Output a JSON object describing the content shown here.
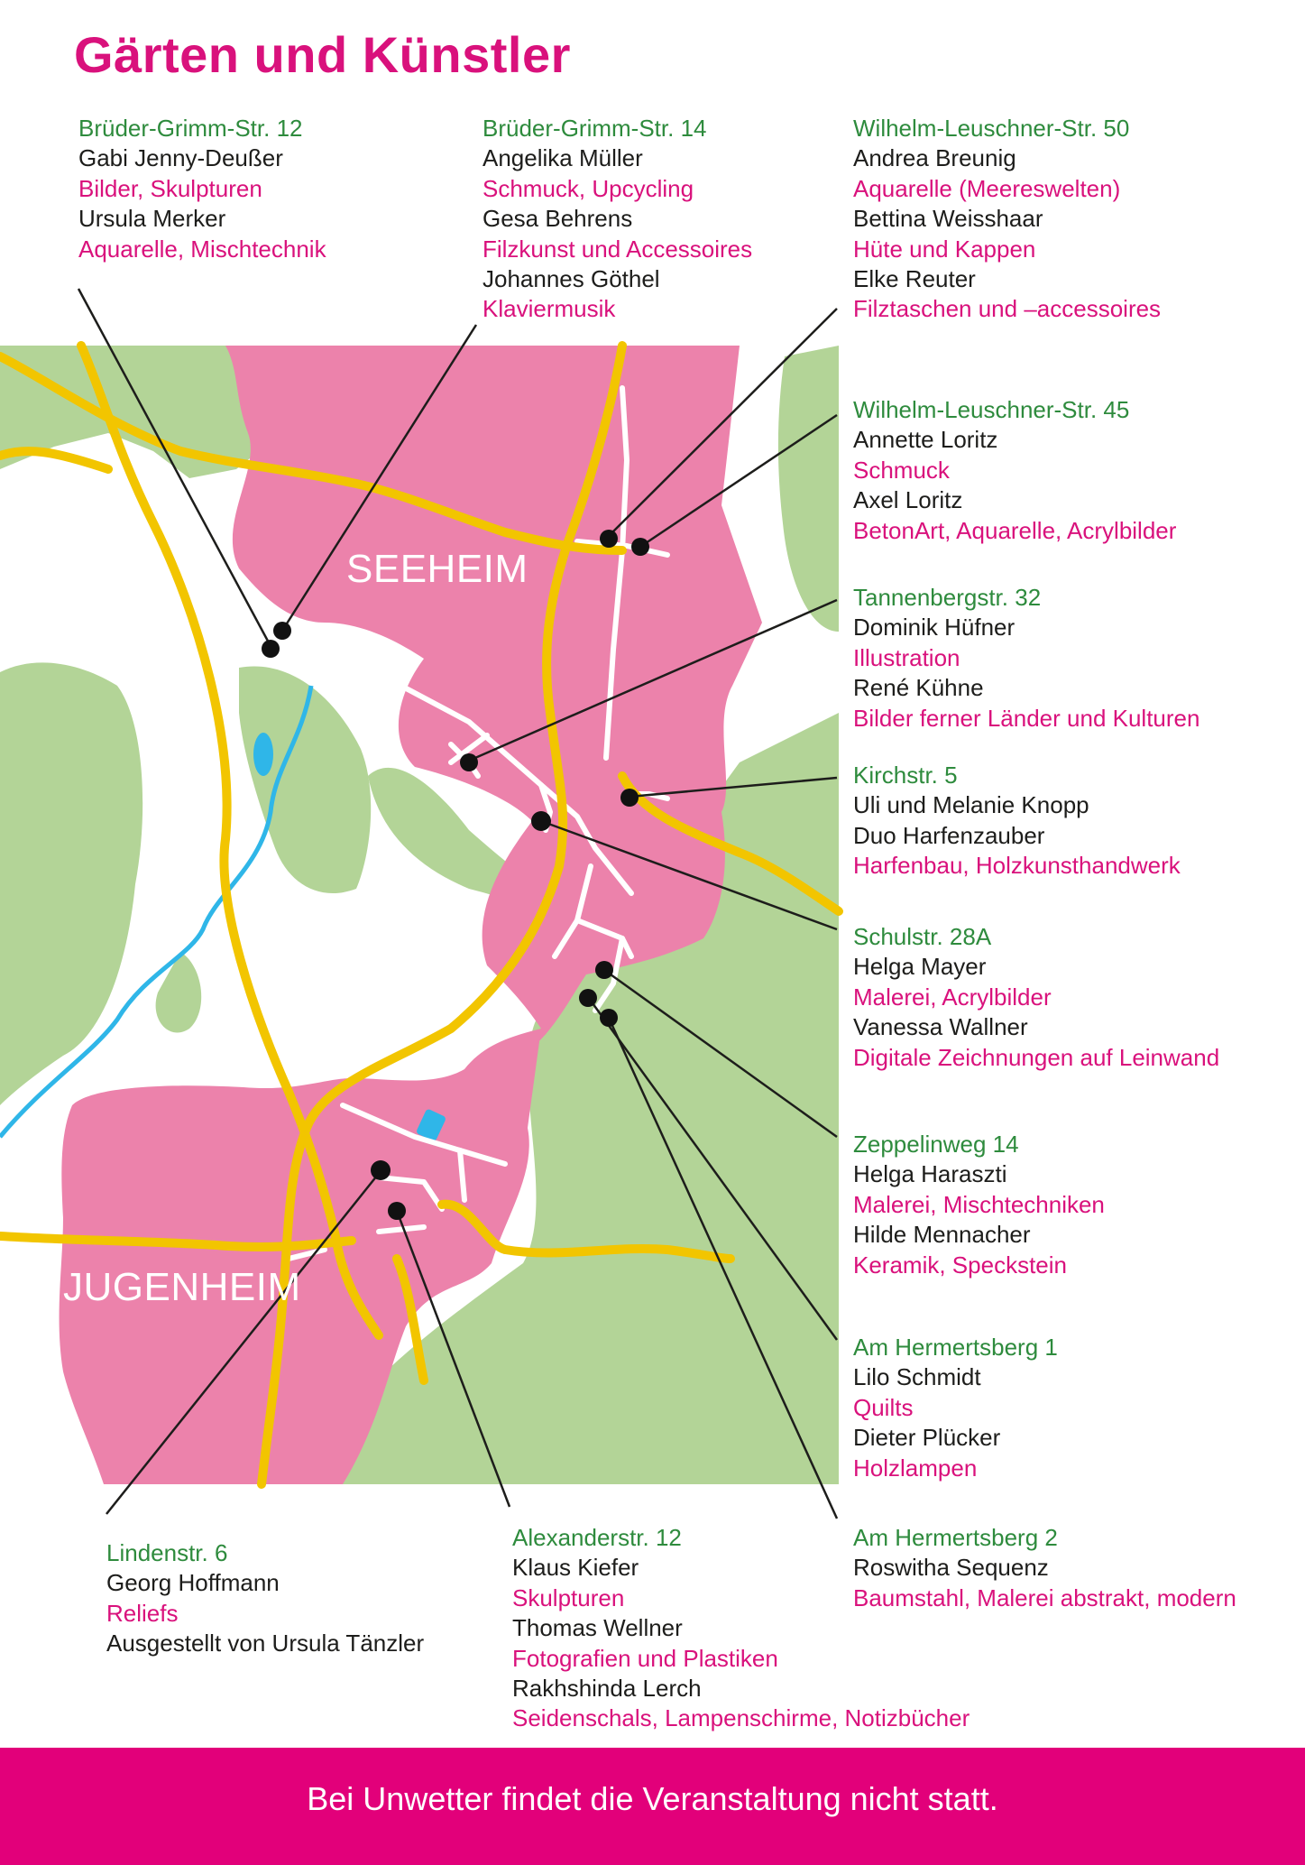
{
  "title": "Gärten und Künstler",
  "towns": {
    "seeheim": "SEEHEIM",
    "jugenheim": "JUGENHEIM"
  },
  "locations": [
    {
      "id": "brueder-grimm-12",
      "lines": [
        {
          "t": "addr",
          "text": "Brüder-Grimm-Str. 12"
        },
        {
          "t": "name",
          "text": "Gabi Jenny-Deußer"
        },
        {
          "t": "desc",
          "text": "Bilder, Skulpturen"
        },
        {
          "t": "name",
          "text": "Ursula Merker"
        },
        {
          "t": "desc",
          "text": "Aquarelle, Mischtechnik"
        }
      ]
    },
    {
      "id": "brueder-grimm-14",
      "lines": [
        {
          "t": "addr",
          "text": "Brüder-Grimm-Str. 14"
        },
        {
          "t": "name",
          "text": "Angelika Müller"
        },
        {
          "t": "desc",
          "text": "Schmuck, Upcycling"
        },
        {
          "t": "name",
          "text": "Gesa Behrens"
        },
        {
          "t": "desc",
          "text": "Filzkunst und Accessoires"
        },
        {
          "t": "name",
          "text": "Johannes Göthel"
        },
        {
          "t": "desc",
          "text": "Klaviermusik"
        }
      ]
    },
    {
      "id": "wilhelm-leuschner-50",
      "lines": [
        {
          "t": "addr",
          "text": "Wilhelm-Leuschner-Str. 50"
        },
        {
          "t": "name",
          "text": "Andrea Breunig"
        },
        {
          "t": "desc",
          "text": "Aquarelle (Meereswelten)"
        },
        {
          "t": "name",
          "text": "Bettina Weisshaar"
        },
        {
          "t": "desc",
          "text": "Hüte und Kappen"
        },
        {
          "t": "name",
          "text": "Elke Reuter"
        },
        {
          "t": "desc",
          "text": "Filztaschen und –accessoires"
        }
      ]
    },
    {
      "id": "wilhelm-leuschner-45",
      "lines": [
        {
          "t": "addr",
          "text": "Wilhelm-Leuschner-Str. 45"
        },
        {
          "t": "name",
          "text": "Annette Loritz"
        },
        {
          "t": "desc",
          "text": "Schmuck"
        },
        {
          "t": "name",
          "text": "Axel Loritz"
        },
        {
          "t": "desc",
          "text": "BetonArt, Aquarelle, Acrylbilder"
        }
      ]
    },
    {
      "id": "tannenbergstr-32",
      "lines": [
        {
          "t": "addr",
          "text": "Tannenbergstr. 32"
        },
        {
          "t": "name",
          "text": "Dominik Hüfner"
        },
        {
          "t": "desc",
          "text": "Illustration"
        },
        {
          "t": "name",
          "text": "René Kühne"
        },
        {
          "t": "desc",
          "text": "Bilder ferner Länder und Kulturen"
        }
      ]
    },
    {
      "id": "kirchstr-5",
      "lines": [
        {
          "t": "addr",
          "text": "Kirchstr. 5"
        },
        {
          "t": "name",
          "text": "Uli und Melanie Knopp"
        },
        {
          "t": "name",
          "text": "Duo Harfenzauber"
        },
        {
          "t": "desc",
          "text": "Harfenbau, Holzkunsthandwerk"
        }
      ]
    },
    {
      "id": "schulstr-28a",
      "lines": [
        {
          "t": "addr",
          "text": "Schulstr. 28A"
        },
        {
          "t": "name",
          "text": "Helga Mayer"
        },
        {
          "t": "desc",
          "text": "Malerei, Acrylbilder"
        },
        {
          "t": "name",
          "text": "Vanessa Wallner"
        },
        {
          "t": "desc",
          "text": "Digitale Zeichnungen auf Leinwand"
        }
      ]
    },
    {
      "id": "zeppelinweg-14",
      "lines": [
        {
          "t": "addr",
          "text": "Zeppelinweg 14"
        },
        {
          "t": "name",
          "text": "Helga Haraszti"
        },
        {
          "t": "desc",
          "text": "Malerei, Mischtechniken"
        },
        {
          "t": "name",
          "text": "Hilde Mennacher"
        },
        {
          "t": "desc",
          "text": "Keramik, Speckstein"
        }
      ]
    },
    {
      "id": "am-hermertsberg-1",
      "lines": [
        {
          "t": "addr",
          "text": "Am Hermertsberg 1"
        },
        {
          "t": "name",
          "text": "Lilo Schmidt"
        },
        {
          "t": "desc",
          "text": "Quilts"
        },
        {
          "t": "name",
          "text": "Dieter Plücker"
        },
        {
          "t": "desc",
          "text": "Holzlampen"
        }
      ]
    },
    {
      "id": "am-hermertsberg-2",
      "lines": [
        {
          "t": "addr",
          "text": "Am Hermertsberg 2"
        },
        {
          "t": "name",
          "text": "Roswitha Sequenz"
        },
        {
          "t": "desc",
          "text": "Baumstahl, Malerei abstrakt, modern"
        }
      ]
    },
    {
      "id": "lindenstr-6",
      "lines": [
        {
          "t": "addr",
          "text": "Lindenstr. 6"
        },
        {
          "t": "name",
          "text": "Georg Hoffmann"
        },
        {
          "t": "desc",
          "text": "Reliefs"
        },
        {
          "t": "name",
          "text": "Ausgestellt von Ursula Tänzler"
        }
      ]
    },
    {
      "id": "alexanderstr-12",
      "lines": [
        {
          "t": "addr",
          "text": "Alexanderstr. 12"
        },
        {
          "t": "name",
          "text": "Klaus Kiefer"
        },
        {
          "t": "desc",
          "text": "Skulpturen"
        },
        {
          "t": "name",
          "text": "Thomas Wellner"
        },
        {
          "t": "desc",
          "text": "Fotografien und Plastiken"
        },
        {
          "t": "name",
          "text": "Rakhshinda Lerch"
        },
        {
          "t": "desc",
          "text": "Seidenschals, Lampenschirme, Notizbücher"
        }
      ]
    }
  ],
  "footer": "Bei Unwetter findet die Veranstaltung nicht statt.",
  "colors": {
    "title": "#d9117c",
    "address": "#2e8b3d",
    "description": "#d9117c",
    "town_area": "#ec82ab",
    "forest": "#b3d497",
    "main_road": "#f2c500",
    "water": "#2fb6e8",
    "footer": "#e2007a"
  }
}
